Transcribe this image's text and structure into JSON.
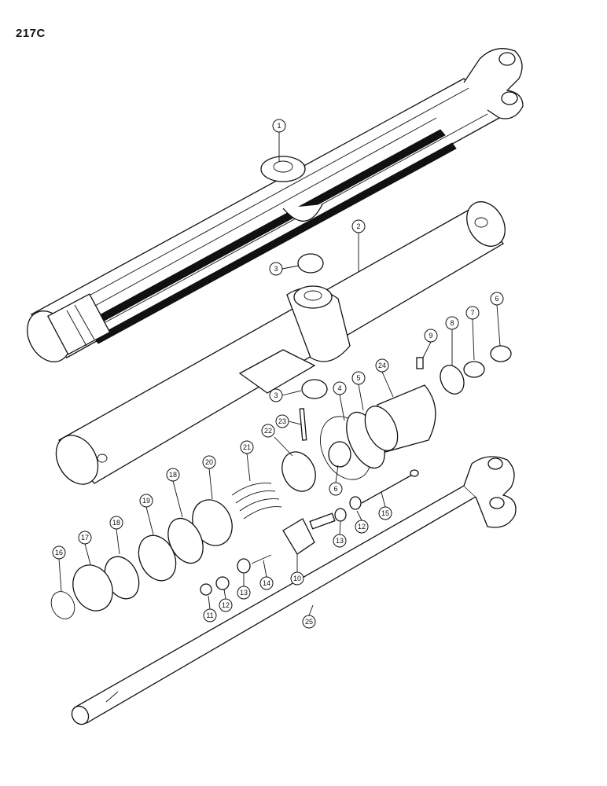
{
  "page_code": "217C",
  "callouts": [
    {
      "id": "c1",
      "label": "1"
    },
    {
      "id": "c2",
      "label": "2"
    },
    {
      "id": "c3a",
      "label": "3"
    },
    {
      "id": "c3b",
      "label": "3"
    },
    {
      "id": "c4",
      "label": "4"
    },
    {
      "id": "c5",
      "label": "5"
    },
    {
      "id": "c6a",
      "label": "6"
    },
    {
      "id": "c6b",
      "label": "6"
    },
    {
      "id": "c7",
      "label": "7"
    },
    {
      "id": "c8",
      "label": "8"
    },
    {
      "id": "c9",
      "label": "9"
    },
    {
      "id": "c10",
      "label": "10"
    },
    {
      "id": "c11",
      "label": "11"
    },
    {
      "id": "c12a",
      "label": "12"
    },
    {
      "id": "c12b",
      "label": "12"
    },
    {
      "id": "c13a",
      "label": "13"
    },
    {
      "id": "c13b",
      "label": "13"
    },
    {
      "id": "c14",
      "label": "14"
    },
    {
      "id": "c15",
      "label": "15"
    },
    {
      "id": "c16",
      "label": "16"
    },
    {
      "id": "c17",
      "label": "17"
    },
    {
      "id": "c18a",
      "label": "18"
    },
    {
      "id": "c18b",
      "label": "18"
    },
    {
      "id": "c19",
      "label": "19"
    },
    {
      "id": "c20",
      "label": "20"
    },
    {
      "id": "c21",
      "label": "21"
    },
    {
      "id": "c22",
      "label": "22"
    },
    {
      "id": "c23",
      "label": "23"
    },
    {
      "id": "c24",
      "label": "24"
    },
    {
      "id": "c25",
      "label": "25"
    }
  ]
}
